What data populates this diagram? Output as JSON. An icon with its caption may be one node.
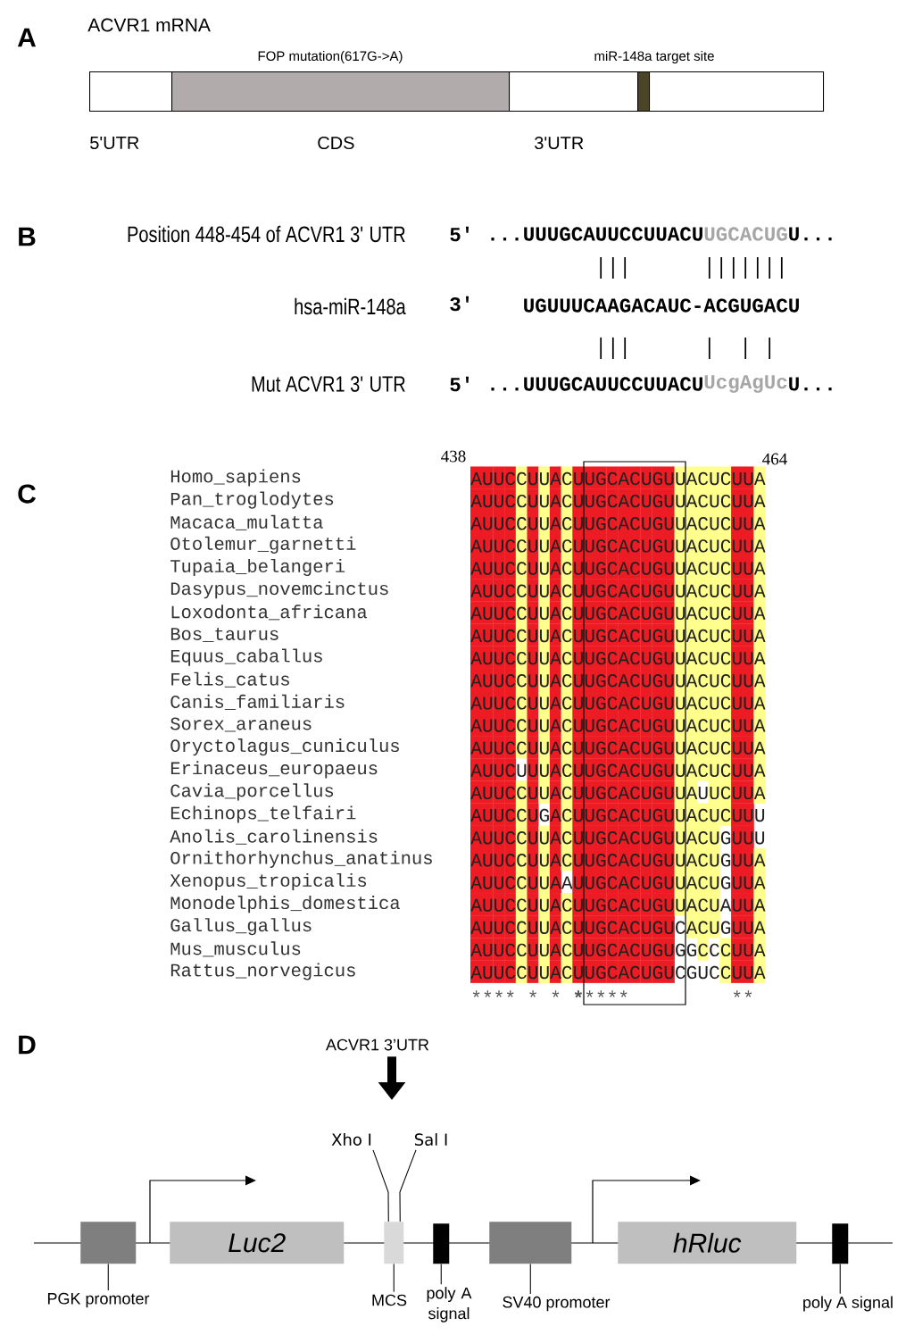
{
  "diagram": {
    "nodes": [
      {
        "text": [
          "5'UTR"
        ]
      },
      {
        "text": [
          "CDS"
        ]
      },
      {
        "text": [
          "3'UTR"
        ]
      },
      {
        "text": [
          "miR-148a target site"
        ],
        "in": 2
      },
      {
        "text": [
          "ACVR1 3’UTR"
        ]
      },
      {
        "text": [
          "Xho Ⅰ"
        ]
      },
      {
        "text": [
          "Sal Ⅰ"
        ]
      },
      {
        "text": [],
        "shape": "box"
      },
      {
        "text": [
          "Luc2"
        ]
      },
      {
        "text": [],
        "shape": "box"
      },
      {
        "text": [],
        "shape": "box"
      },
      {
        "text": [],
        "shape": "box"
      },
      {
        "text": [
          "hRluc"
        ]
      },
      {
        "text": [],
        "shape": "box"
      },
      {
        "text": [
          "PGK promoter"
        ]
      },
      {
        "text": [
          "MCS"
        ]
      },
      {
        "text": [
          "poly A signal"
        ]
      },
      {
        "text": [
          "SV40 promoter"
        ]
      },
      {
        "text": [
          "poly A signal"
        ]
      }
    ],
    "edges": [
      {
        "from": 4,
        "to": null,
        "arrow": "to",
        "style": "thick"
      },
      {
        "from": 5,
        "to": 9,
        "arrow": "none"
      },
      {
        "from": 6,
        "to": 9,
        "arrow": "none"
      },
      {
        "from": 14,
        "to": 7,
        "arrow": "none"
      },
      {
        "from": 15,
        "to": 9,
        "arrow": "none"
      },
      {
        "from": 16,
        "to": 10,
        "arrow": "none"
      },
      {
        "from": 17,
        "to": 11,
        "arrow": "none"
      },
      {
        "from": 18,
        "to": 13,
        "arrow": "none"
      }
    ],
    "labels": [
      "A",
      "ACVR1 mRNA",
      "FOP mutation(617G->A)",
      "B",
      "Position 448-454 of ACVR1 3' UTR",
      "5'",
      "...UUUGCAUUCCUUACU",
      "UGCACUG",
      "U...",
      "hsa-miR-148a",
      "3'",
      "UGUUUCAAGACAUC-ACGUGACU",
      "Mut ACVR1 3' UTR",
      "5'",
      "...UUUGCAUUCCUUACU",
      "UcgAgUc",
      "U...",
      "438",
      "464",
      "C",
      "Homo_sapiens",
      "AUUCCUUACUUGCACUGUUACUCUUA",
      "Pan_troglodytes",
      "AUUCCUUACUUGCACUGUUACUCUUA",
      "Macaca_mulatta",
      "AUUCCUUACUUGCACUGUUACUCUUA",
      "Otolemur_garnetti",
      "AUUCCUUACUUGCACUGUUACUCUUA",
      "Tupaia_belangeri",
      "AUUCCUUACUUGCACUGUUACUCUUA",
      "Dasypus_novemcinctus",
      "AUUCCUUACUUGCACUGUUACUCUUA",
      "Loxodonta_africana",
      "AUUCCUUACUUGCACUGUUACUCUUA",
      "Bos_taurus",
      "AUUCCUUACUUGCACUGUUACUCUUA",
      "Equus_caballus",
      "AUUCCUUACUUGCACUGUUACUCUUA",
      "Felis_catus",
      "AUUCCUUACUUGCACUGUUACUCUUA",
      "Canis_familiaris",
      "AUUCCUUACUUGCACUGUUACUCUUA",
      "Sorex_araneus",
      "AUUCCUUACUUGCACUGUUACUCUUA",
      "Oryctolagus_cuniculus",
      "AUUCCUUACUUGCACUGUUACUCUUA",
      "Erinaceus_europaeus",
      "AUUCUUUACUUGCACUGUUACUCUUA",
      "Cavia_porcellus",
      "AUUCCUUACUUGCACUGUUAUUCUUA",
      "Echinops_telfairi",
      "AUUCCUGACUUGCACUGUUACUCUUU",
      "Anolis_carolinensis",
      "AUUCCUUACUUGCACUGUUACUGUUU",
      "Ornithorhynchus_anatinus",
      "AUUCCUUACUUGCACUGUUACUGUUA",
      "Xenopus_tropicalis",
      "AUUCCUUAAUUGCACUGUUACUGUUA",
      "Monodelphis_domestica",
      "AUUCCUUACUUGCACUGUUACUAUUA",
      "Gallus_gallus",
      "AUUCCUUACUUGCACUGUCACUGUUA",
      "Mus_musculus",
      "AUUCCUUACUUGCACUGUGGCCCUUA",
      "Rattus_norvegicus",
      "AUUCCUUACUUGCACUGUCGUCCUUA",
      "****",
      "*",
      "*",
      "*********",
      "**",
      "D"
    ]
  }
}
